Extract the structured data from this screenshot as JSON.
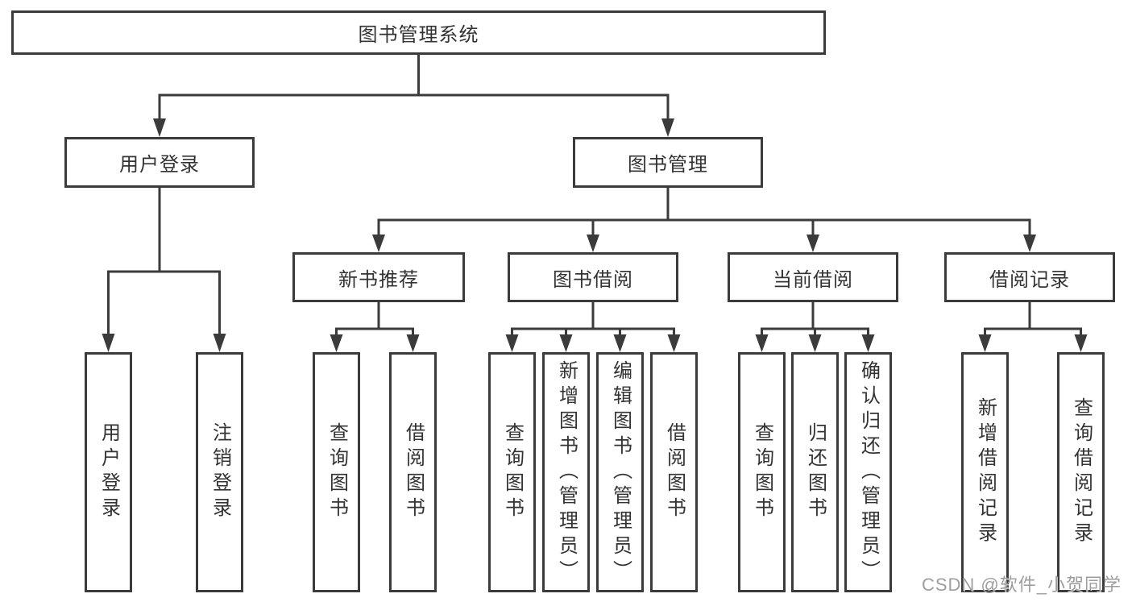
{
  "root": {
    "label": "图书管理系统"
  },
  "login_branch": {
    "label": "用户登录",
    "children": [
      {
        "label": "用户登录"
      },
      {
        "label": "注销登录"
      }
    ]
  },
  "mgmt_branch": {
    "label": "图书管理",
    "modules": [
      {
        "label": "新书推荐",
        "children": [
          {
            "label": "查询图书"
          },
          {
            "label": "借阅图书"
          }
        ]
      },
      {
        "label": "图书借阅",
        "children": [
          {
            "label": "查询图书"
          },
          {
            "label": "新增图书（管理员）"
          },
          {
            "label": "编辑图书（管理员）"
          },
          {
            "label": "借阅图书"
          }
        ]
      },
      {
        "label": "当前借阅",
        "children": [
          {
            "label": "查询图书"
          },
          {
            "label": "归还图书"
          },
          {
            "label": "确认归还（管理员）"
          }
        ]
      },
      {
        "label": "借阅记录",
        "children": [
          {
            "label": "新增借阅记录"
          },
          {
            "label": "查询借阅记录"
          }
        ]
      }
    ]
  },
  "watermark": {
    "text": "CSDN @软件_小贺同学"
  },
  "colors": {
    "line": "#3b3b3b",
    "border": "#3b3b3b",
    "text": "#333333",
    "watermark": "#9e9e9e",
    "background": "#ffffff"
  }
}
